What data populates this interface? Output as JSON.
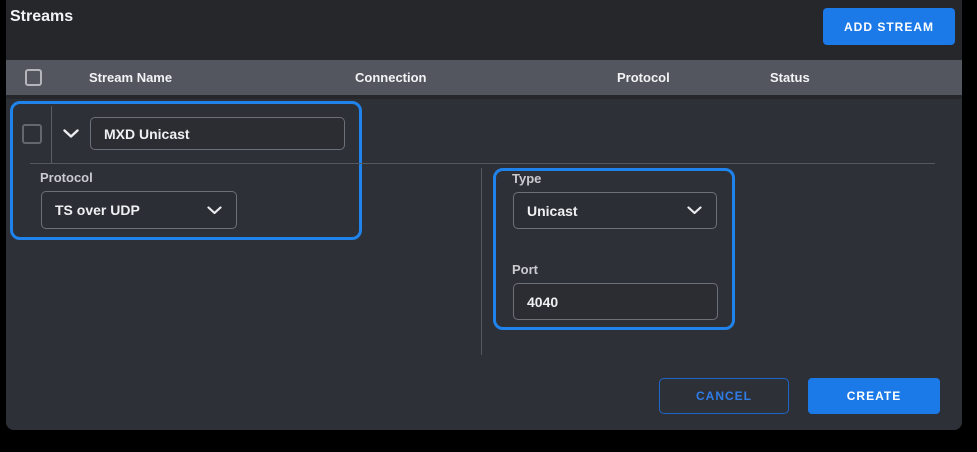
{
  "colors": {
    "accent_blue": "#1b79e8",
    "highlight_outline": "#1f83eb",
    "header_row_bg": "#54565f",
    "panel_bg": "#26272b",
    "editor_bg": "#2e3037"
  },
  "header": {
    "title": "Streams",
    "add_button": "ADD STREAM"
  },
  "table": {
    "columns": [
      "Stream Name",
      "Connection",
      "Protocol",
      "Status"
    ]
  },
  "editor": {
    "stream_name": {
      "value": "MXD Unicast"
    },
    "protocol": {
      "label": "Protocol",
      "value": "TS over UDP"
    },
    "type": {
      "label": "Type",
      "value": "Unicast"
    },
    "port": {
      "label": "Port",
      "value": "4040"
    },
    "cancel_button": "CANCEL",
    "create_button": "CREATE"
  }
}
